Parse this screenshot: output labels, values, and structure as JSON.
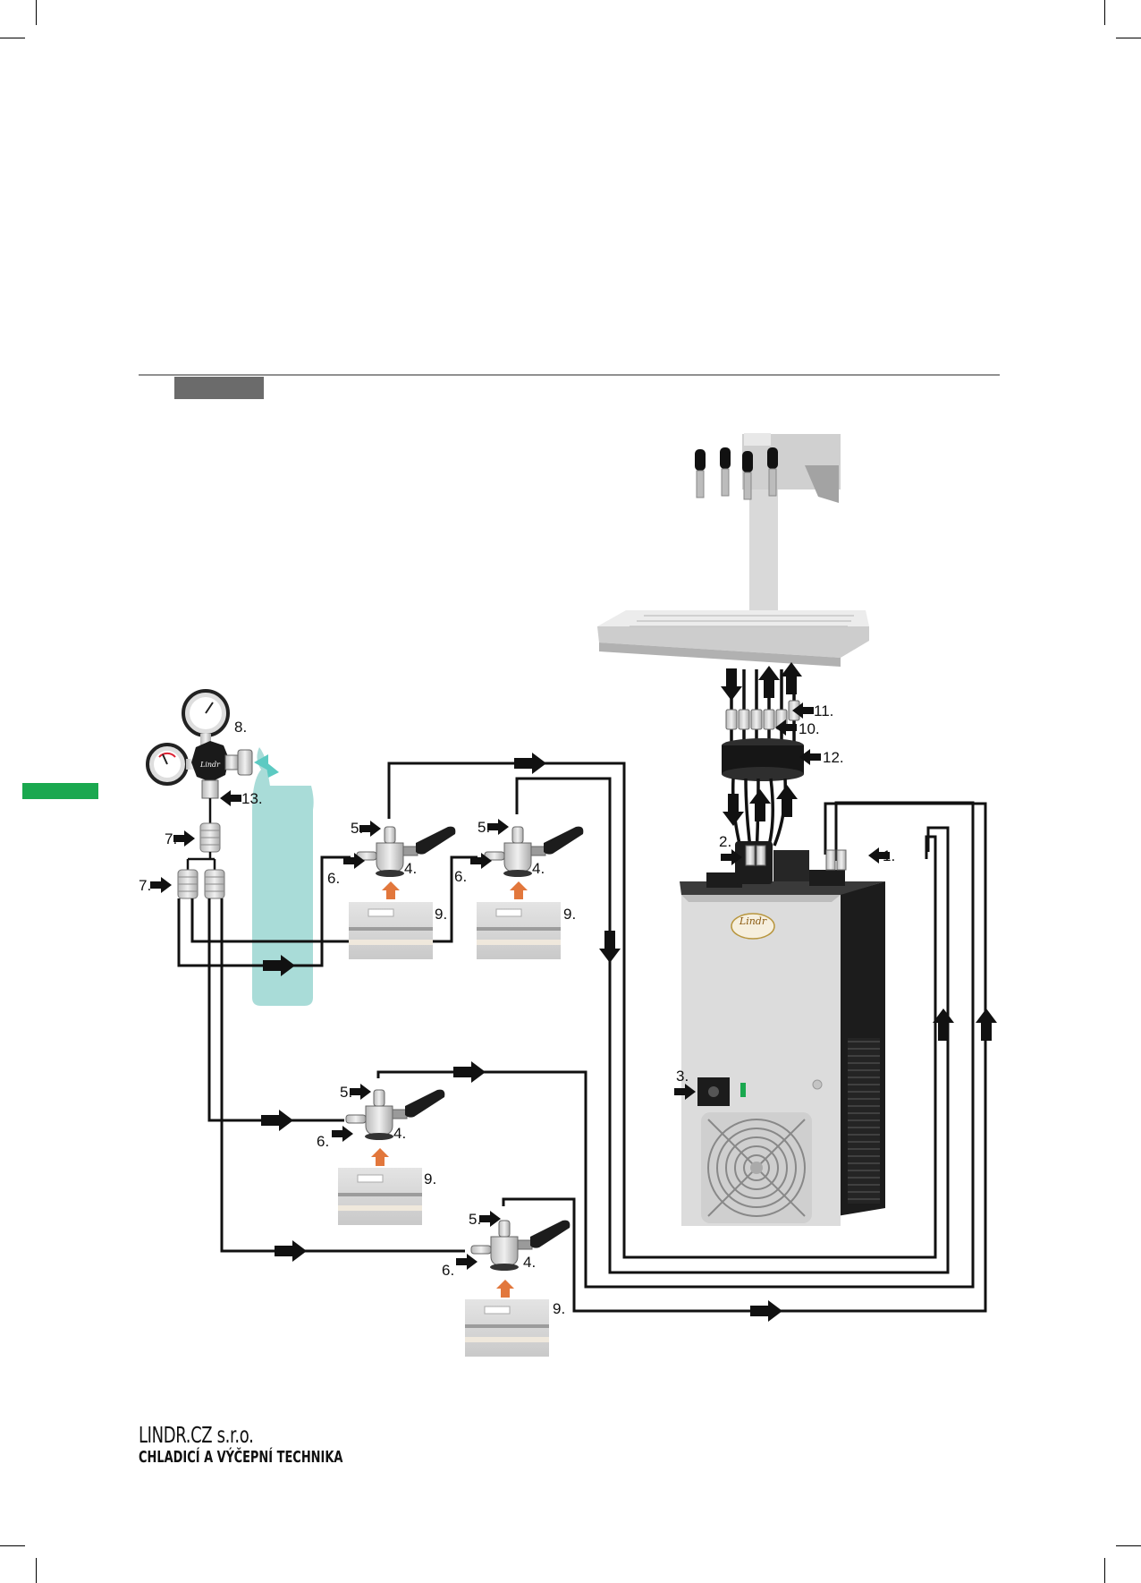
{
  "colors": {
    "accent_green": "#1aa84f",
    "header_bar": "#6b6b6b",
    "co2_cylinder": "#a9dcd8",
    "co2_flow_arrow": "#5ccac2",
    "beer_flow_arrow": "#e2773c",
    "line": "#111111"
  },
  "icons": [
    "co2-cylinder-icon",
    "pressure-regulator-icon",
    "gas-distributor-icon",
    "keg-coupler-icon",
    "keg-icon",
    "beer-cooler-icon",
    "beer-tower-icon",
    "drip-tray-icon"
  ],
  "labels": {
    "l1": "1.",
    "l2": "2.",
    "l3": "3.",
    "l4": "4.",
    "l5": "5.",
    "l6": "6.",
    "l7": "7.",
    "l8": "8.",
    "l9": "9.",
    "l10": "10.",
    "l11": "11.",
    "l12": "12.",
    "l13": "13."
  },
  "cooler": {
    "logo_text": "Lindr"
  },
  "footer": {
    "company": "LINDR.CZ s.r.o.",
    "tagline": "CHLADICÍ A VÝČEPNÍ TECHNIKA"
  }
}
